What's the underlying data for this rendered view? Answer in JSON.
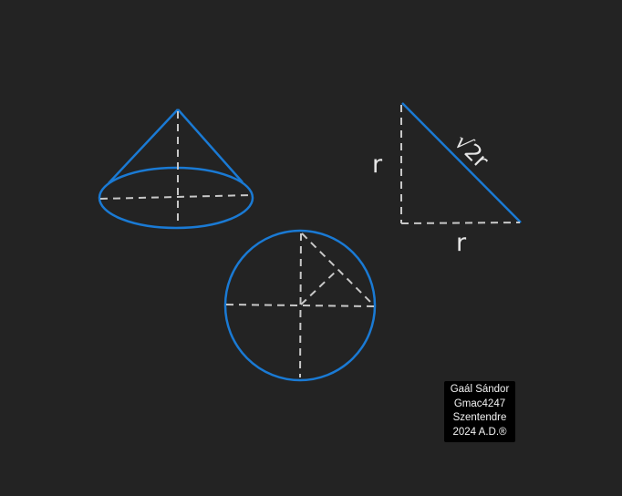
{
  "colors": {
    "background": "#232323",
    "outline": "#1a7ad4",
    "dashed": "#c8c8c8",
    "label": "#e6e6e6"
  },
  "triangle": {
    "side_label_vertical": "r",
    "side_label_horizontal": "r",
    "hypotenuse_label": "√2r"
  },
  "signature": {
    "line1": "Gaál Sándor",
    "line2": "Gmac4247",
    "line3": "Szentendre",
    "line4": "2024 A.D.®"
  }
}
